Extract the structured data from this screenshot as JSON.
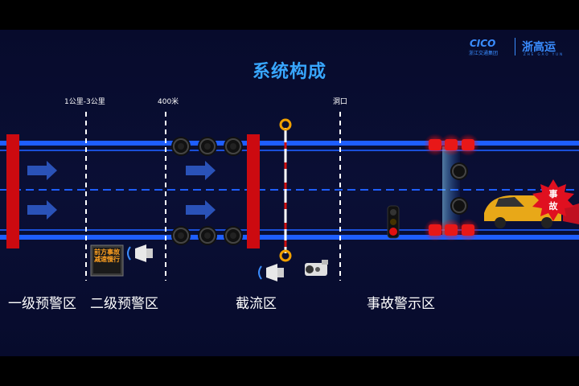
{
  "slide": {
    "title": "系统构成",
    "logo": {
      "cico": "CICO",
      "cico_sub": "浙江交通集团",
      "brand": "浙高运",
      "brand_sub": "ZHE GAO YUN"
    },
    "distance_labels": [
      "1公里-3公里",
      "400米",
      "洞口"
    ],
    "zone_labels": [
      "一级预警区",
      "二级预警区",
      "截流区",
      "事故警示区"
    ],
    "sign_text": [
      "前方事故",
      "减速慢行"
    ],
    "accident_label": [
      "事",
      "故"
    ],
    "colors": {
      "road_line": "#1e5eff",
      "barrier": "#cc0a10",
      "title": "#38a7ff",
      "beacon": "#ff1a1a"
    },
    "icons": [
      "arrow-right-icon",
      "traffic-cone-icon",
      "barrier-icon",
      "loudspeaker-icon",
      "led-sign-icon",
      "camera-icon",
      "traffic-light-icon",
      "crashed-car-icon",
      "explosion-icon",
      "beacon-light-icon"
    ]
  }
}
